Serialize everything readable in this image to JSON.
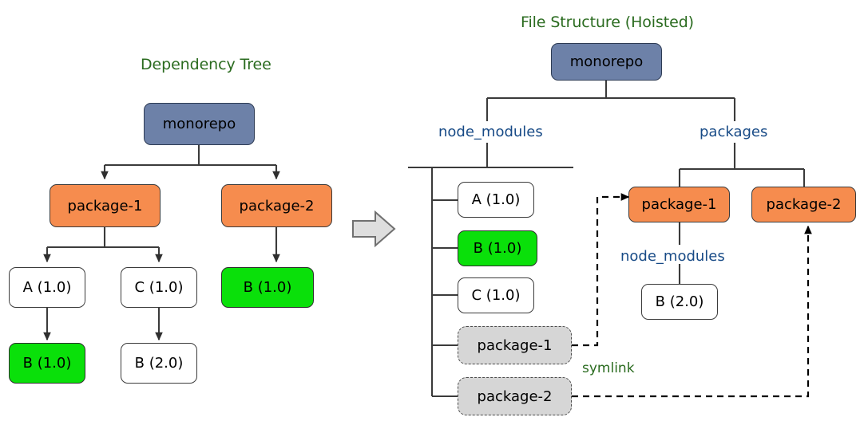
{
  "diagram": {
    "kind": "monorepo-dependency-hoisting",
    "background_color": "#ffffff",
    "transition_icon": "right-block-arrow-icon"
  },
  "palette": {
    "root_node": "#6d81a8",
    "package_node": "#f68c4e",
    "hoisted_dup_node": "#0ae00a",
    "plain_node": "#ffffff",
    "symlink_node": "#d6d6d6",
    "title_text": "#2a6b1f",
    "dir_label_text": "#174a86",
    "edge_text": "#2a6b1f",
    "stroke": "#3b3b3b"
  },
  "left_panel": {
    "title": "Dependency Tree",
    "nodes": {
      "root": "monorepo",
      "package_1": "package-1",
      "package_2": "package-2",
      "a_1_0": "A (1.0)",
      "c_1_0": "C (1.0)",
      "b_1_0_under_a": "B (1.0)",
      "b_2_0_under_c": "B (2.0)",
      "b_1_0_under_p2": "B (1.0)"
    },
    "edges": [
      {
        "from": "monorepo",
        "to": "package-1",
        "style": "solid",
        "arrow": true
      },
      {
        "from": "monorepo",
        "to": "package-2",
        "style": "solid",
        "arrow": true
      },
      {
        "from": "package-1",
        "to": "A (1.0)",
        "style": "solid",
        "arrow": true
      },
      {
        "from": "package-1",
        "to": "C (1.0)",
        "style": "solid",
        "arrow": true
      },
      {
        "from": "package-2",
        "to": "B (1.0)",
        "style": "solid",
        "arrow": true
      },
      {
        "from": "A (1.0)",
        "to": "B (1.0)",
        "style": "solid",
        "arrow": true
      },
      {
        "from": "C (1.0)",
        "to": "B (2.0)",
        "style": "solid",
        "arrow": true
      }
    ]
  },
  "right_panel": {
    "title": "File Structure (Hoisted)",
    "nodes": {
      "root": "monorepo",
      "dir_node_modules": "node_modules",
      "dir_packages": "packages",
      "nm_a": "A (1.0)",
      "nm_b": "B (1.0)",
      "nm_c": "C (1.0)",
      "nm_link_p1": "package-1",
      "nm_link_p2": "package-2",
      "pkg_1": "package-1",
      "pkg_2": "package-2",
      "pkg1_node_modules": "node_modules",
      "pkg1_b": "B (2.0)"
    },
    "symlink_label": "symlink",
    "node_modules_children": [
      "A (1.0)",
      "B (1.0)",
      "C (1.0)",
      "package-1",
      "package-2"
    ],
    "packages_children": [
      "package-1",
      "package-2"
    ],
    "edges": [
      {
        "from": "monorepo",
        "to": "node_modules",
        "style": "solid",
        "arrow": false
      },
      {
        "from": "monorepo",
        "to": "packages",
        "style": "solid",
        "arrow": false
      },
      {
        "from": "packages",
        "to": "package-1",
        "style": "solid",
        "arrow": false
      },
      {
        "from": "packages",
        "to": "package-2",
        "style": "solid",
        "arrow": false
      },
      {
        "from": "package-1",
        "to": "node_modules",
        "style": "solid",
        "arrow": false
      },
      {
        "from": "node_modules",
        "to": "B (2.0)",
        "style": "solid",
        "arrow": false
      },
      {
        "from": "node_modules/package-1",
        "to": "packages/package-1",
        "style": "dashed",
        "arrow": true,
        "label": "symlink"
      },
      {
        "from": "node_modules/package-2",
        "to": "packages/package-2",
        "style": "dashed",
        "arrow": true,
        "label": "symlink"
      }
    ]
  }
}
